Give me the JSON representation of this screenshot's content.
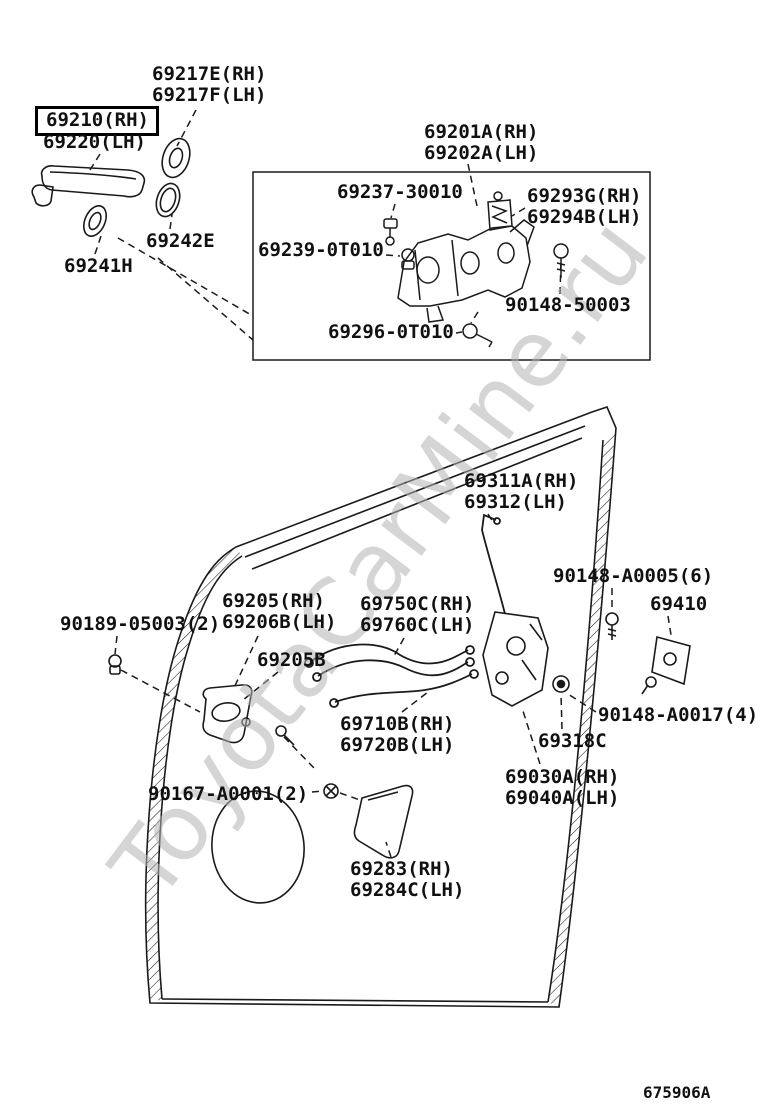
{
  "watermark": "ToyotaCarMine.ru",
  "diagram_code": "675906A",
  "colors": {
    "line": "#1a1a1a",
    "watermark": "#b2b2b2",
    "highlight_box": "#000000"
  },
  "parts": {
    "p69217": {
      "line1": "69217E(RH)",
      "line2": "69217F(LH)"
    },
    "p69210": {
      "line1": "69210(RH)"
    },
    "p69220": {
      "line1": "69220(LH)"
    },
    "p69242E": {
      "line1": "69242E"
    },
    "p69241H": {
      "line1": "69241H"
    },
    "p69201": {
      "line1": "69201A(RH)",
      "line2": "69202A(LH)"
    },
    "p69237": {
      "line1": "69237-30010"
    },
    "p69293": {
      "line1": "69293G(RH)",
      "line2": "69294B(LH)"
    },
    "p69239": {
      "line1": "69239-0T010"
    },
    "p90148_50003": {
      "line1": "90148-50003"
    },
    "p69296": {
      "line1": "69296-0T010"
    },
    "p69311": {
      "line1": "69311A(RH)",
      "line2": "69312(LH)"
    },
    "p90148_A0005": {
      "line1": "90148-A0005(6)"
    },
    "p69410": {
      "line1": "69410"
    },
    "p69205": {
      "line1": "69205(RH)",
      "line2": "69206B(LH)"
    },
    "p69750": {
      "line1": "69750C(RH)",
      "line2": "69760C(LH)"
    },
    "p90189": {
      "line1": "90189-05003(2)"
    },
    "p69205B": {
      "line1": "69205B"
    },
    "p90148_A0017": {
      "line1": "90148-A0017(4)"
    },
    "p69318C": {
      "line1": "69318C"
    },
    "p69710": {
      "line1": "69710B(RH)",
      "line2": "69720B(LH)"
    },
    "p69030": {
      "line1": "69030A(RH)",
      "line2": "69040A(LH)"
    },
    "p90167": {
      "line1": "90167-A0001(2)"
    },
    "p69283": {
      "line1": "69283(RH)",
      "line2": "69284C(LH)"
    }
  }
}
